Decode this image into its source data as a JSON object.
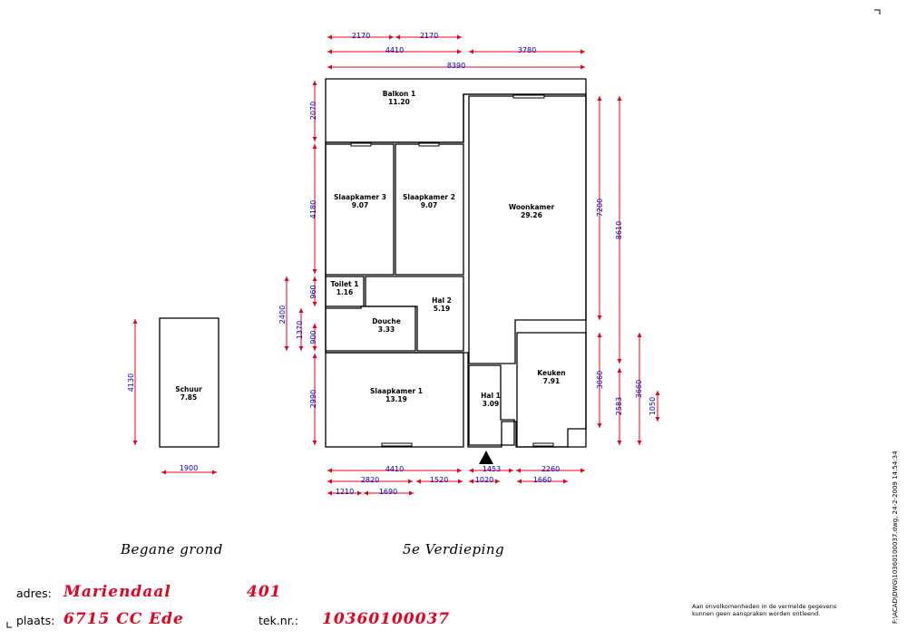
{
  "plan": {
    "rooms": [
      {
        "name": "Balkon  1",
        "area": "11.20"
      },
      {
        "name": "Slaapkamer  3",
        "area": "9.07"
      },
      {
        "name": "Slaapkamer  2",
        "area": "9.07"
      },
      {
        "name": "Woonkamer",
        "area": "29.26"
      },
      {
        "name": "Toilet  1",
        "area": "1.16"
      },
      {
        "name": "Hal  2",
        "area": "5.19"
      },
      {
        "name": "Douche",
        "area": "3.33"
      },
      {
        "name": "Slaapkamer  1",
        "area": "13.19"
      },
      {
        "name": "Hal  1",
        "area": "3.09"
      },
      {
        "name": "Keuken",
        "area": "7.91"
      },
      {
        "name": "Schuur",
        "area": "7.85"
      }
    ],
    "dimensions": {
      "top": [
        "2170",
        "2170",
        "4410",
        "3780",
        "8390"
      ],
      "bottom": [
        "4410",
        "1453",
        "2260",
        "2820",
        "1520",
        "1020",
        "1660",
        "1210",
        "1690"
      ],
      "left": [
        "2070",
        "4180",
        "960",
        "2400",
        "1370",
        "900",
        "2990"
      ],
      "right": [
        "7200",
        "8610",
        "3060",
        "2583",
        "3660",
        "1050"
      ],
      "shed": [
        "4130",
        "1900"
      ]
    }
  },
  "floors": {
    "ground": "Begane  grond",
    "upper": "5e  Verdieping"
  },
  "address": {
    "adres_label": "adres:",
    "street": "Mariendaal",
    "number": "401",
    "plaats_label": "plaats:",
    "city": "6715  CC   Ede",
    "teknr_label": "tek.nr.:",
    "teknr": "10360100037"
  },
  "disclaimer": {
    "line1": "Aan  onvolkomenheden  in  de  vermelde  gegevens",
    "line2": "kunnen  geen  aanspraken  worden  ontleend."
  },
  "filepath": "F:\\ACAD\\DWG\\10360100037.dwg, 24-2-2009 14:54:34"
}
